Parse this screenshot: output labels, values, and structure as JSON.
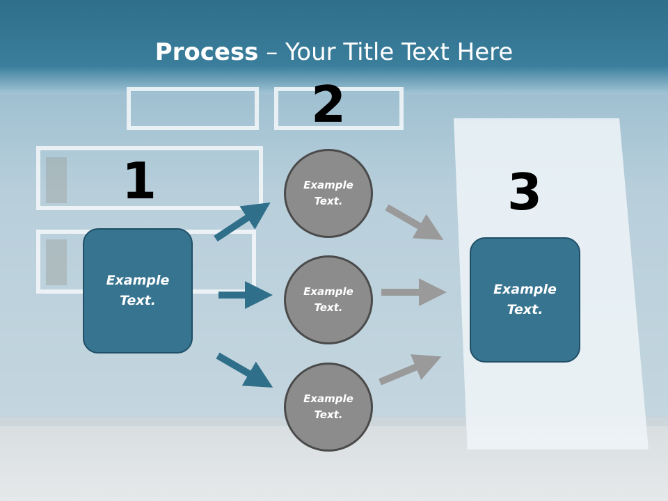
{
  "slide": {
    "title_bold": "Process",
    "title_rest": " – Your Title Text Here"
  },
  "steps": {
    "step1_number": "1",
    "step2_number": "2",
    "step3_number": "3"
  },
  "boxes": {
    "left_text": "Example\nText.",
    "right_text": "Example\nText."
  },
  "circles": [
    {
      "text": "Example\nText."
    },
    {
      "text": "Example\nText."
    },
    {
      "text": "Example\nText."
    }
  ],
  "colors": {
    "accent_blue": "#377490",
    "circle_gray": "#8c8c8c",
    "arrow_blue": "#2f6f8a",
    "arrow_gray": "#9a9a9a"
  }
}
